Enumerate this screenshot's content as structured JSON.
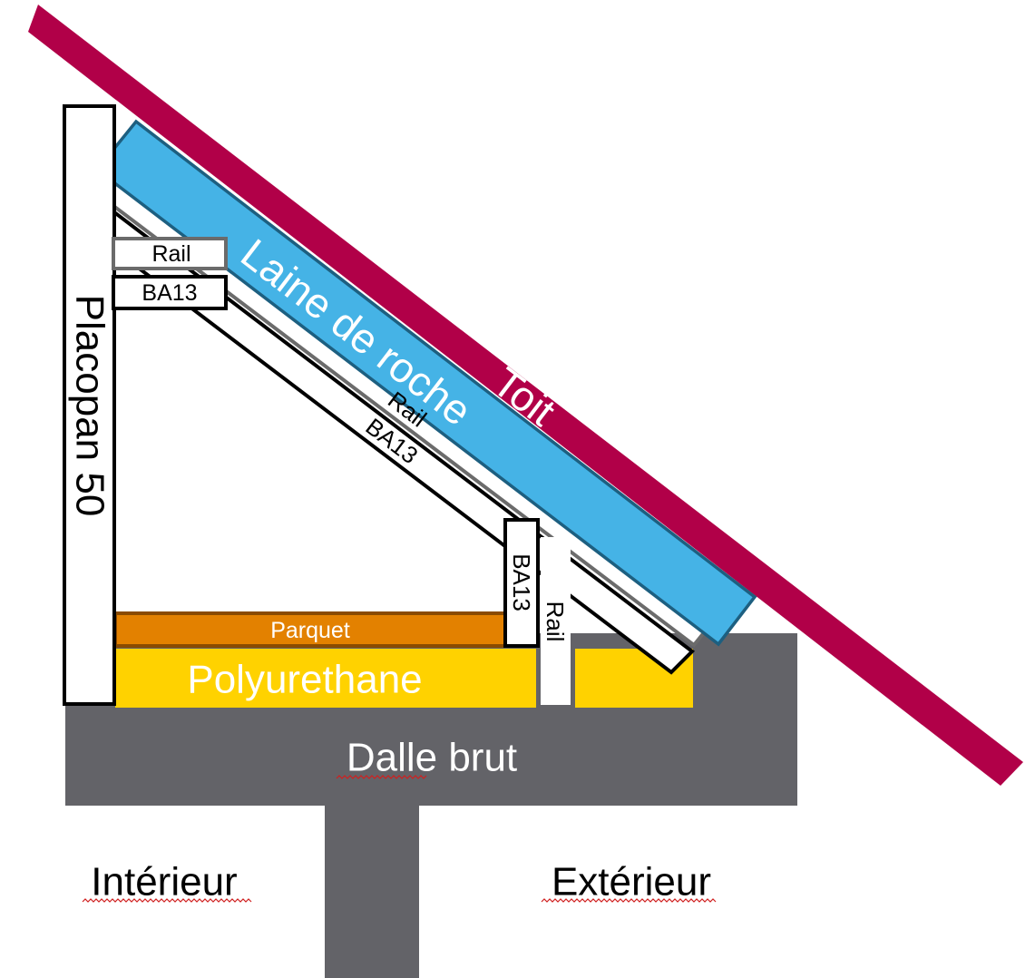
{
  "labels": {
    "roof": "Toit",
    "rock_wool": "Laine de roche",
    "rail_sloped": "Rail",
    "ba13_sloped": "BA13",
    "rail_top": "Rail",
    "ba13_top": "BA13",
    "placopan": "Placopan 50",
    "ba13_vertical": "BA13",
    "rail_vertical": "Rail",
    "parquet": "Parquet",
    "polyurethane": "Polyurethane",
    "slab": "Dalle brut",
    "interior": "Intérieur",
    "exterior": "Extérieur"
  },
  "colors": {
    "roof": "#b10048",
    "rock_wool": "#45b3e6",
    "rock_wool_border": "#1d5f80",
    "slab": "#636368",
    "polyurethane": "#ffd200",
    "parquet": "#e38100",
    "parquet_border": "#8a4b00",
    "rail_border": "#6b6b6b",
    "ba13_border": "#000000"
  }
}
